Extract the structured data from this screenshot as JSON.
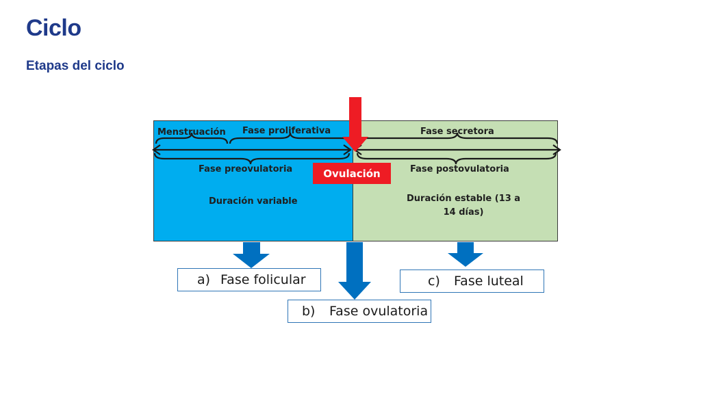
{
  "header": {
    "title": "Ciclo",
    "subtitle": "Etapas del ciclo"
  },
  "diagram": {
    "left_panel": {
      "label_menstruacion": "Menstruación",
      "label_proliferativa": "Fase proliferativa",
      "label_preovulatoria": "Fase preovulatoria",
      "label_duracion": "Duración variable"
    },
    "right_panel": {
      "label_secretora": "Fase secretora",
      "label_postovulatoria": "Fase postovulatoria",
      "label_duracion_line1": "Duración estable (13 a",
      "label_duracion_line2": "14 días)"
    },
    "ovulacion_label": "Ovulación",
    "results": [
      {
        "letter": "a)",
        "label": "Fase folicular"
      },
      {
        "letter": "b)",
        "label": "Fase ovulatoria"
      },
      {
        "letter": "c)",
        "label": "Fase luteal"
      }
    ]
  },
  "colors": {
    "title": "#1f3a8a",
    "left_panel": "#00adef",
    "right_panel": "#c5dfb4",
    "ovulation_red": "#ee1c24",
    "arrow_blue": "#0070c0"
  }
}
